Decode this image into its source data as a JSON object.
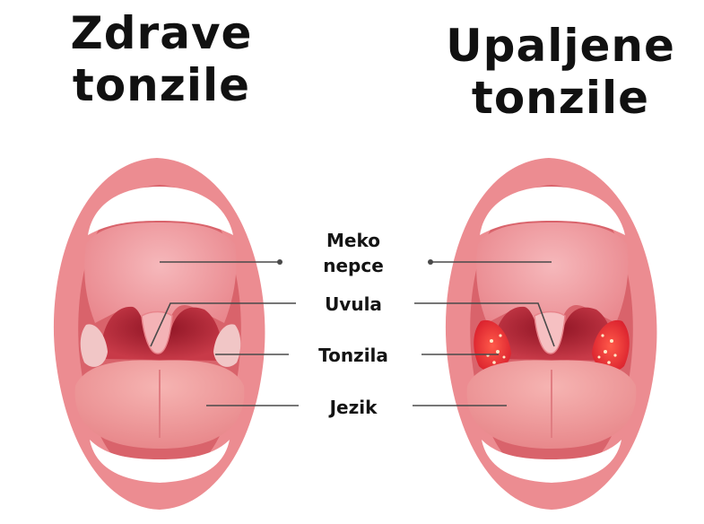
{
  "titles": {
    "healthy_line1": "Zdrave",
    "healthy_line2": "tonzile",
    "inflamed_line1": "Upaljene",
    "inflamed_line2": "tonzile"
  },
  "labels": {
    "soft_palate_line1": "Meko",
    "soft_palate_line2": "nepce",
    "uvula": "Uvula",
    "tonsil": "Tonzila",
    "tongue": "Jezik"
  },
  "colors": {
    "lip": "#ec8c91",
    "lip_inner": "#e0767c",
    "teeth": "#ffffff",
    "palate": "#f2a5aa",
    "throat": "#b52a3a",
    "tongue": "#f0a4a4",
    "inflamed": "#e52a33"
  }
}
